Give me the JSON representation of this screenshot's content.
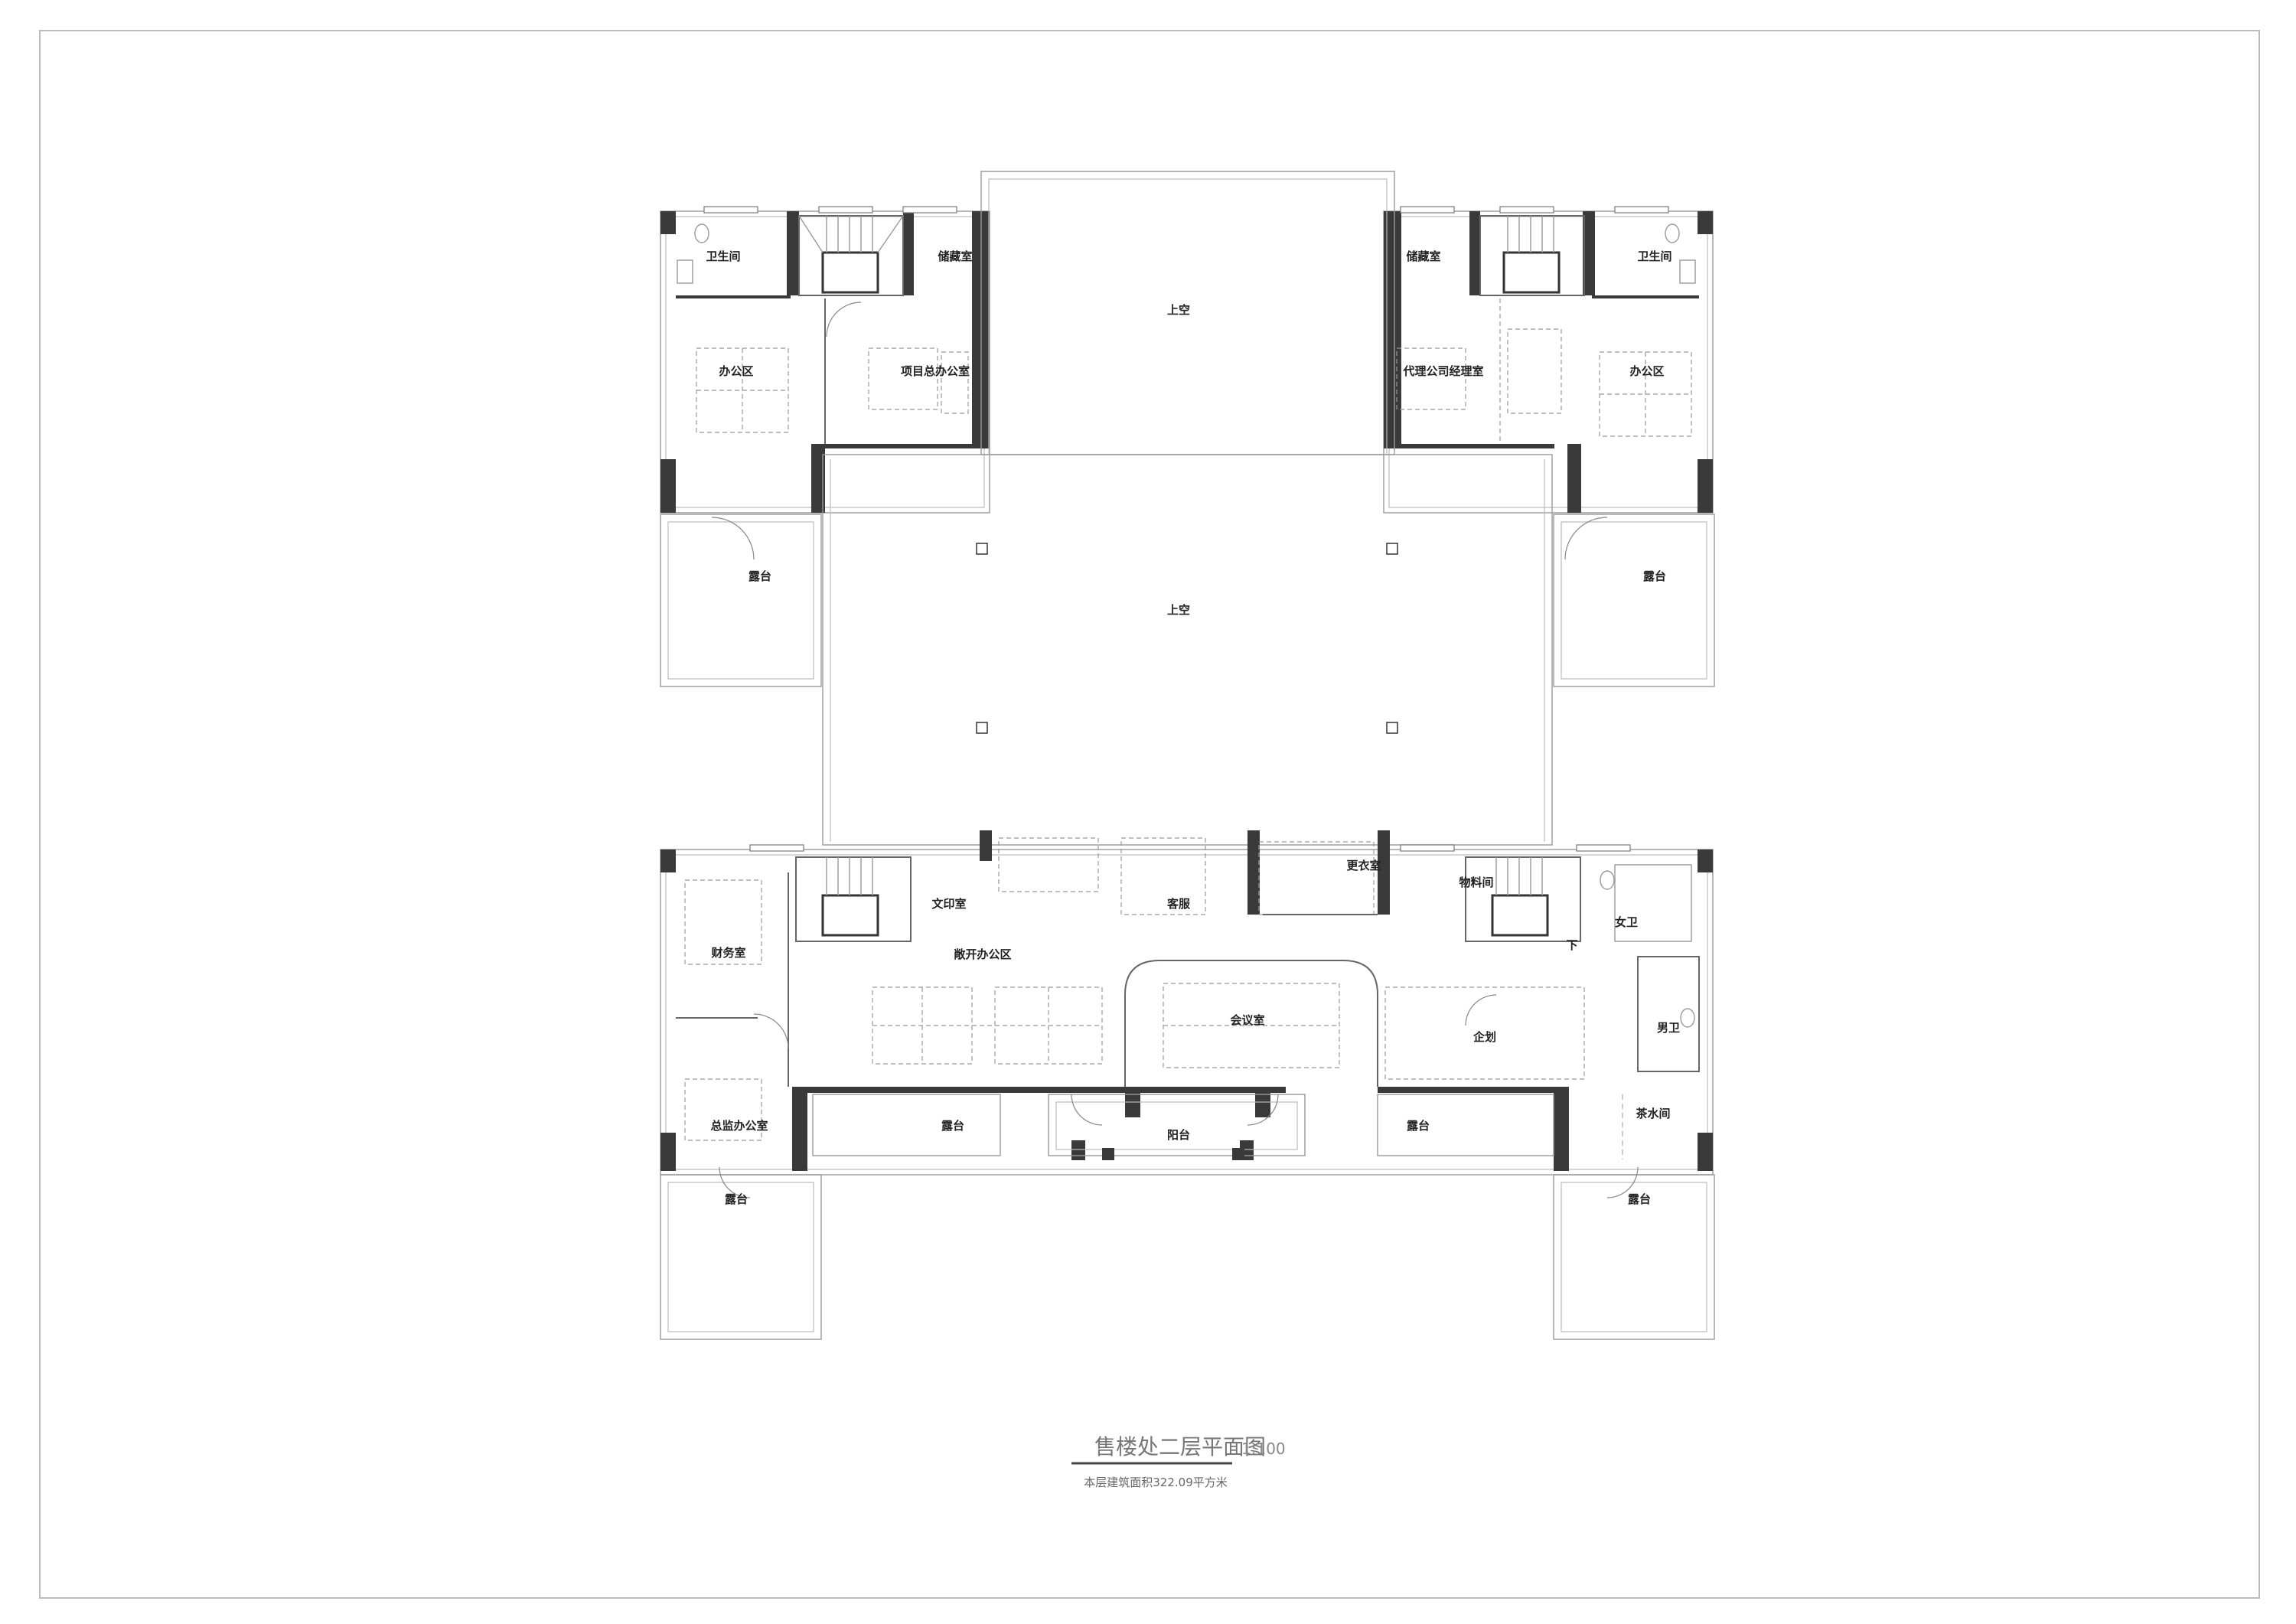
{
  "drawing": {
    "title": "售楼处二层平面图",
    "scale": "1:100",
    "area_note": "本层建筑面积322.09平方米"
  },
  "rooms": {
    "upper_left": {
      "bathroom": "卫生间",
      "storage": "储藏室",
      "office_area": "办公区",
      "project_director_office": "项目总办公室",
      "terrace": "露台"
    },
    "upper_right": {
      "storage": "储藏室",
      "bathroom": "卫生间",
      "agency_manager_office": "代理公司经理室",
      "office_area": "办公区",
      "terrace": "露台"
    },
    "center": {
      "void_upper": "上空",
      "void_lower": "上空"
    },
    "lower": {
      "finance_room": "财务室",
      "director_office": "总监办公室",
      "terrace_left_outer": "露台",
      "printing_room": "文印室",
      "open_office": "敞开办公区",
      "customer_service": "客服",
      "locker_room": "更衣室",
      "materials_room": "物料间",
      "womens_restroom": "女卫",
      "down": "下",
      "meeting_room": "会议室",
      "planning": "企划",
      "mens_restroom": "男卫",
      "tea_room": "茶水间",
      "terrace_left_inner": "露台",
      "balcony": "阳台",
      "terrace_right_inner": "露台",
      "terrace_right_outer": "露台"
    }
  }
}
